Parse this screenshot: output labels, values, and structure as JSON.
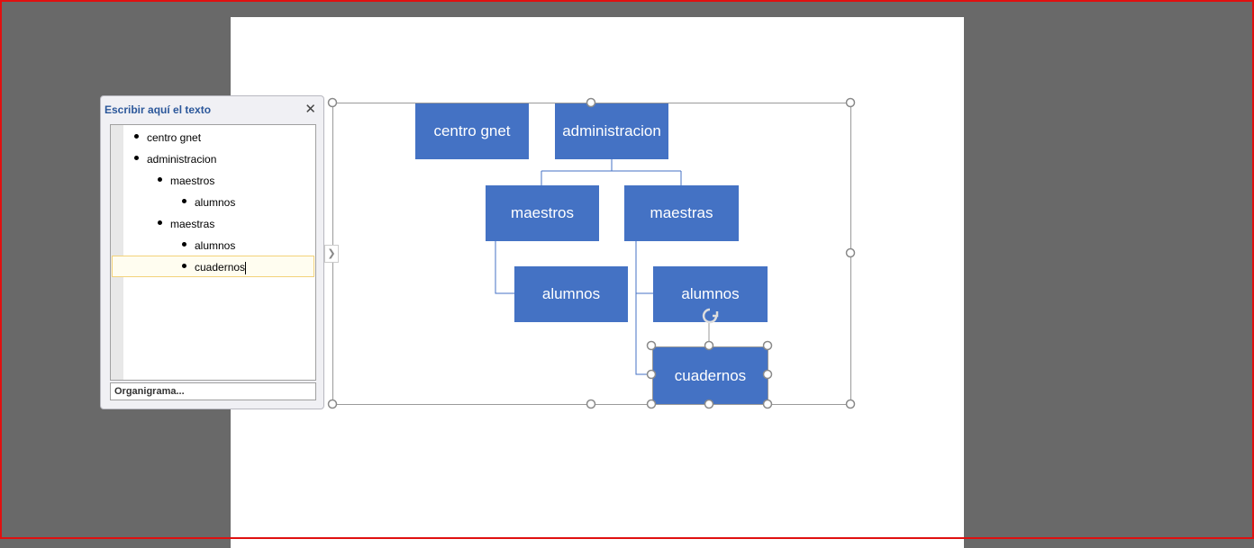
{
  "text_pane": {
    "title": "Escribir aquí el texto",
    "close_icon": "close-icon",
    "items": [
      {
        "text": "centro gnet",
        "level": 1
      },
      {
        "text": "administracion",
        "level": 1
      },
      {
        "text": "maestros",
        "level": 2
      },
      {
        "text": "alumnos",
        "level": 3
      },
      {
        "text": "maestras",
        "level": 2
      },
      {
        "text": "alumnos",
        "level": 3
      },
      {
        "text": "cuadernos",
        "level": 3
      }
    ],
    "footer": "Organigrama..."
  },
  "diagram": {
    "fill_color": "#4472C4",
    "nodes": [
      "centro gnet",
      "administracion",
      "maestros",
      "maestras",
      "alumnos",
      "alumnos",
      "cuadernos"
    ]
  }
}
